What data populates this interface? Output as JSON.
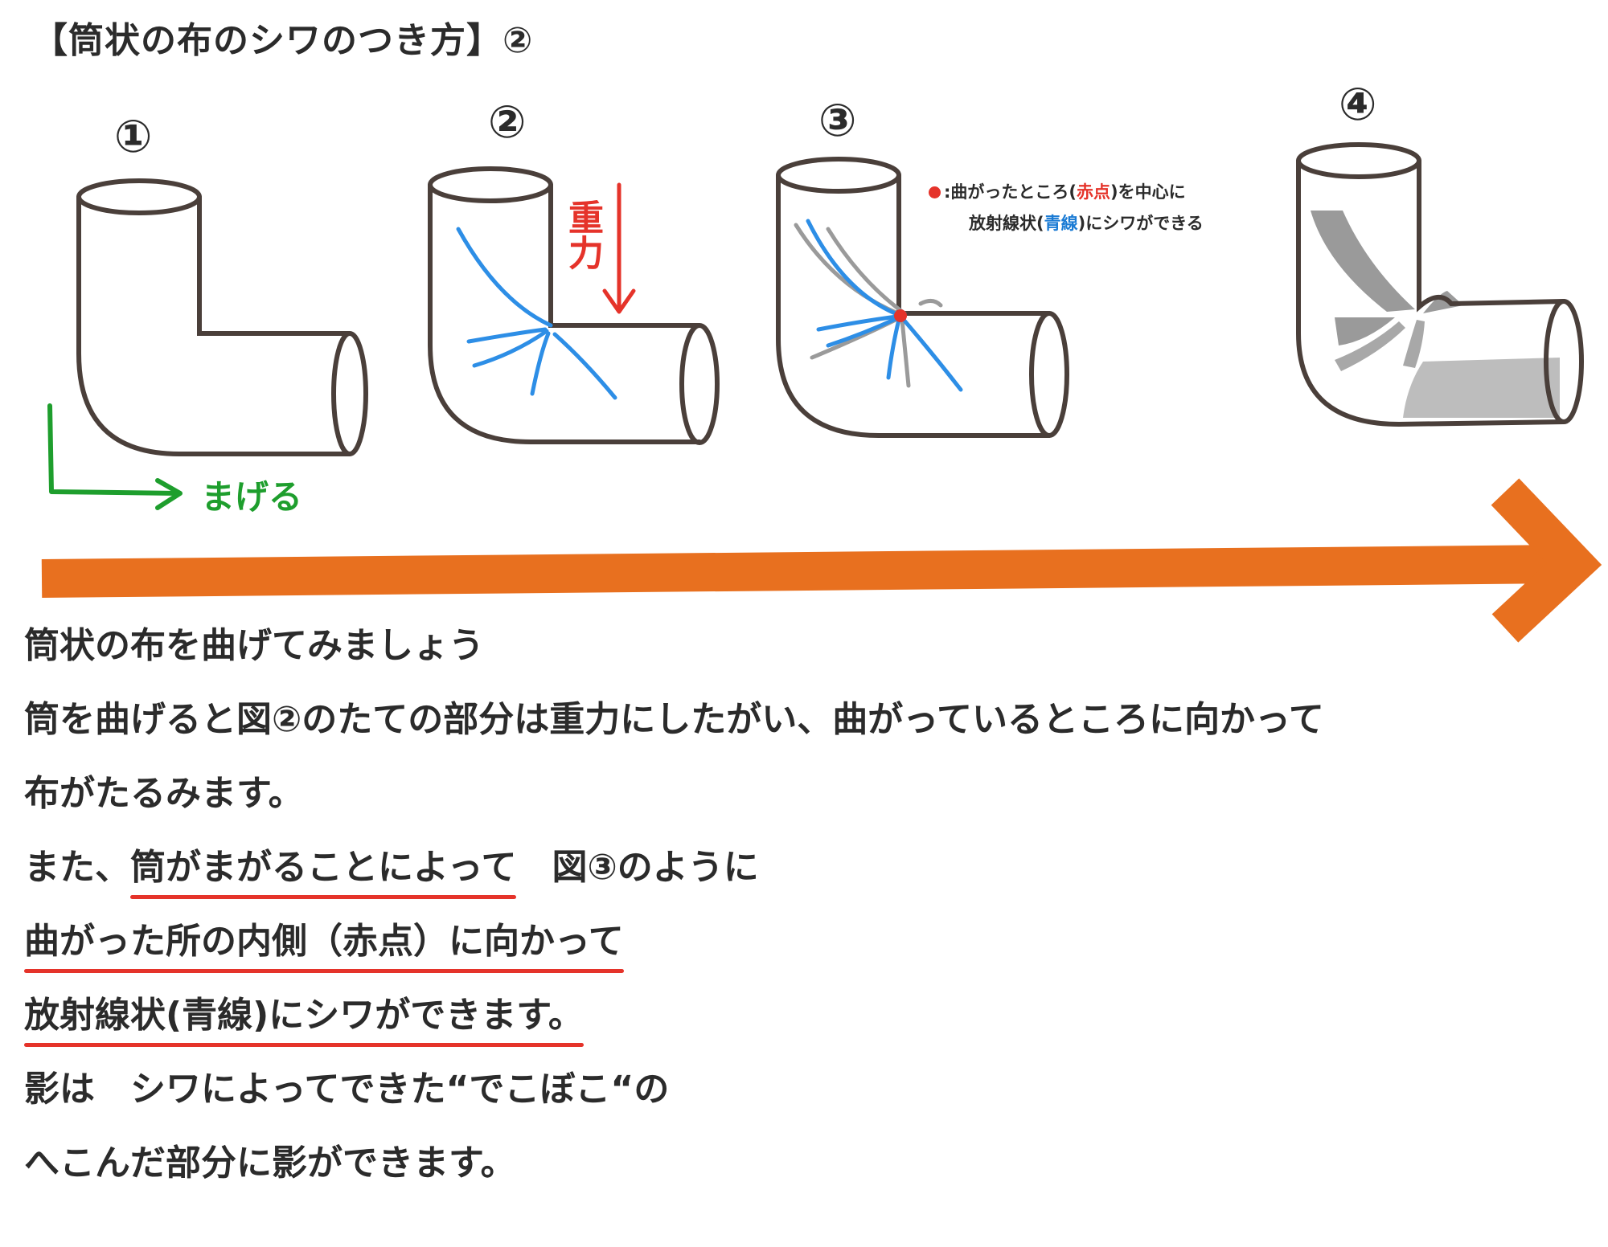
{
  "title": "【筒状の布のシワのつき方】②",
  "figures": [
    {
      "number": "①"
    },
    {
      "number": "②"
    },
    {
      "number": "③"
    },
    {
      "number": "④"
    }
  ],
  "labels": {
    "bend": "まげる",
    "gravity": "重力",
    "note": {
      "line1_pre": ":曲がったところ(",
      "line1_red": "赤点",
      "line1_post": ")を中心に",
      "line2_pre": "放射線状(",
      "line2_blue": "青線",
      "line2_post": ")にシワができる"
    }
  },
  "text": {
    "line1": "筒状の布を曲げてみましょう",
    "line2": "筒を曲げると図②のたての部分は重力にしたがい、曲がっているところに向かって",
    "line3": "布がたるみます。",
    "line4_pre": "また、",
    "line4_ul": "筒がまがることによって",
    "line4_post": "　図③のように",
    "line5": "曲がった所の内側（赤点）に向かって",
    "line6": "放射線状(青線)にシワができます。",
    "line7": "影は　シワによってできた“でこぼこ“の",
    "line8": "へこんだ部分に影ができます。"
  },
  "colors": {
    "outline": "#4a3f3a",
    "arrow": "#e8701f",
    "green": "#1e9e2d",
    "red": "#e5332a",
    "blue": "#2d8ee6",
    "gray_fold": "#9a9a9a",
    "shadow": "#bdbdbd"
  }
}
